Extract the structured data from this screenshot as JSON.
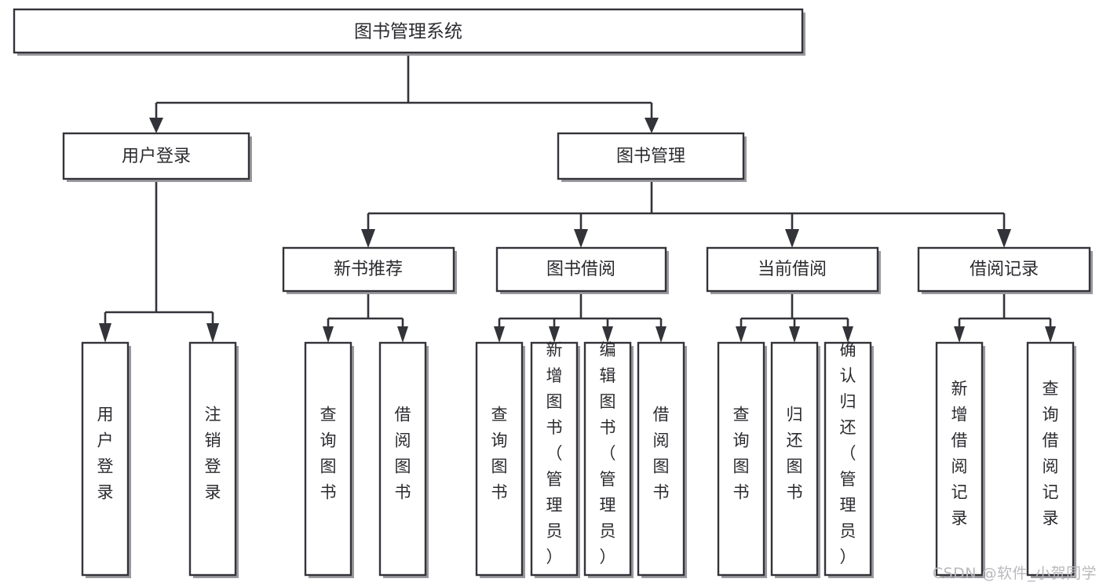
{
  "diagram": {
    "type": "tree-hierarchy",
    "title": "图书管理系统",
    "orientation": "top-down",
    "colors": {
      "box_fill": "#ffffff",
      "box_stroke": "#33333a",
      "shadow": "#9a9a9e",
      "text": "#2b2b30",
      "background": "#ffffff",
      "watermark": "#b9b9bd"
    },
    "levels": [
      {
        "level": 1,
        "nodes": [
          {
            "id": "root",
            "label": "图书管理系统",
            "orientation": "horizontal"
          }
        ]
      },
      {
        "level": 2,
        "nodes": [
          {
            "id": "login",
            "label": "用户登录",
            "orientation": "horizontal",
            "parent": "root"
          },
          {
            "id": "bookmgmt",
            "label": "图书管理",
            "orientation": "horizontal",
            "parent": "root"
          }
        ]
      },
      {
        "level": 3,
        "nodes": [
          {
            "id": "newbook",
            "label": "新书推荐",
            "orientation": "horizontal",
            "parent": "bookmgmt"
          },
          {
            "id": "borrow",
            "label": "图书借阅",
            "orientation": "horizontal",
            "parent": "bookmgmt"
          },
          {
            "id": "current",
            "label": "当前借阅",
            "orientation": "horizontal",
            "parent": "bookmgmt"
          },
          {
            "id": "record",
            "label": "借阅记录",
            "orientation": "horizontal",
            "parent": "bookmgmt"
          }
        ]
      },
      {
        "level": 4,
        "nodes": [
          {
            "id": "leaf-1",
            "label": "用户登录",
            "orientation": "vertical",
            "parent": "login"
          },
          {
            "id": "leaf-2",
            "label": "注销登录",
            "orientation": "vertical",
            "parent": "login"
          },
          {
            "id": "leaf-3",
            "label": "查询图书",
            "orientation": "vertical",
            "parent": "newbook"
          },
          {
            "id": "leaf-4",
            "label": "借阅图书",
            "orientation": "vertical",
            "parent": "newbook"
          },
          {
            "id": "leaf-5",
            "label": "查询图书",
            "orientation": "vertical",
            "parent": "borrow"
          },
          {
            "id": "leaf-6",
            "label": "新增图书（管理员）",
            "orientation": "vertical",
            "parent": "borrow"
          },
          {
            "id": "leaf-7",
            "label": "编辑图书（管理员）",
            "orientation": "vertical",
            "parent": "borrow"
          },
          {
            "id": "leaf-8",
            "label": "借阅图书",
            "orientation": "vertical",
            "parent": "borrow"
          },
          {
            "id": "leaf-9",
            "label": "查询图书",
            "orientation": "vertical",
            "parent": "current"
          },
          {
            "id": "leaf-10",
            "label": "归还图书",
            "orientation": "vertical",
            "parent": "current"
          },
          {
            "id": "leaf-11",
            "label": "确认归还（管理员）",
            "orientation": "vertical",
            "parent": "current"
          },
          {
            "id": "leaf-12",
            "label": "新增借阅记录",
            "orientation": "vertical",
            "parent": "record"
          },
          {
            "id": "leaf-13",
            "label": "查询借阅记录",
            "orientation": "vertical",
            "parent": "record"
          }
        ]
      }
    ]
  },
  "watermark": {
    "text": "CSDN @软件_小贺同学"
  }
}
